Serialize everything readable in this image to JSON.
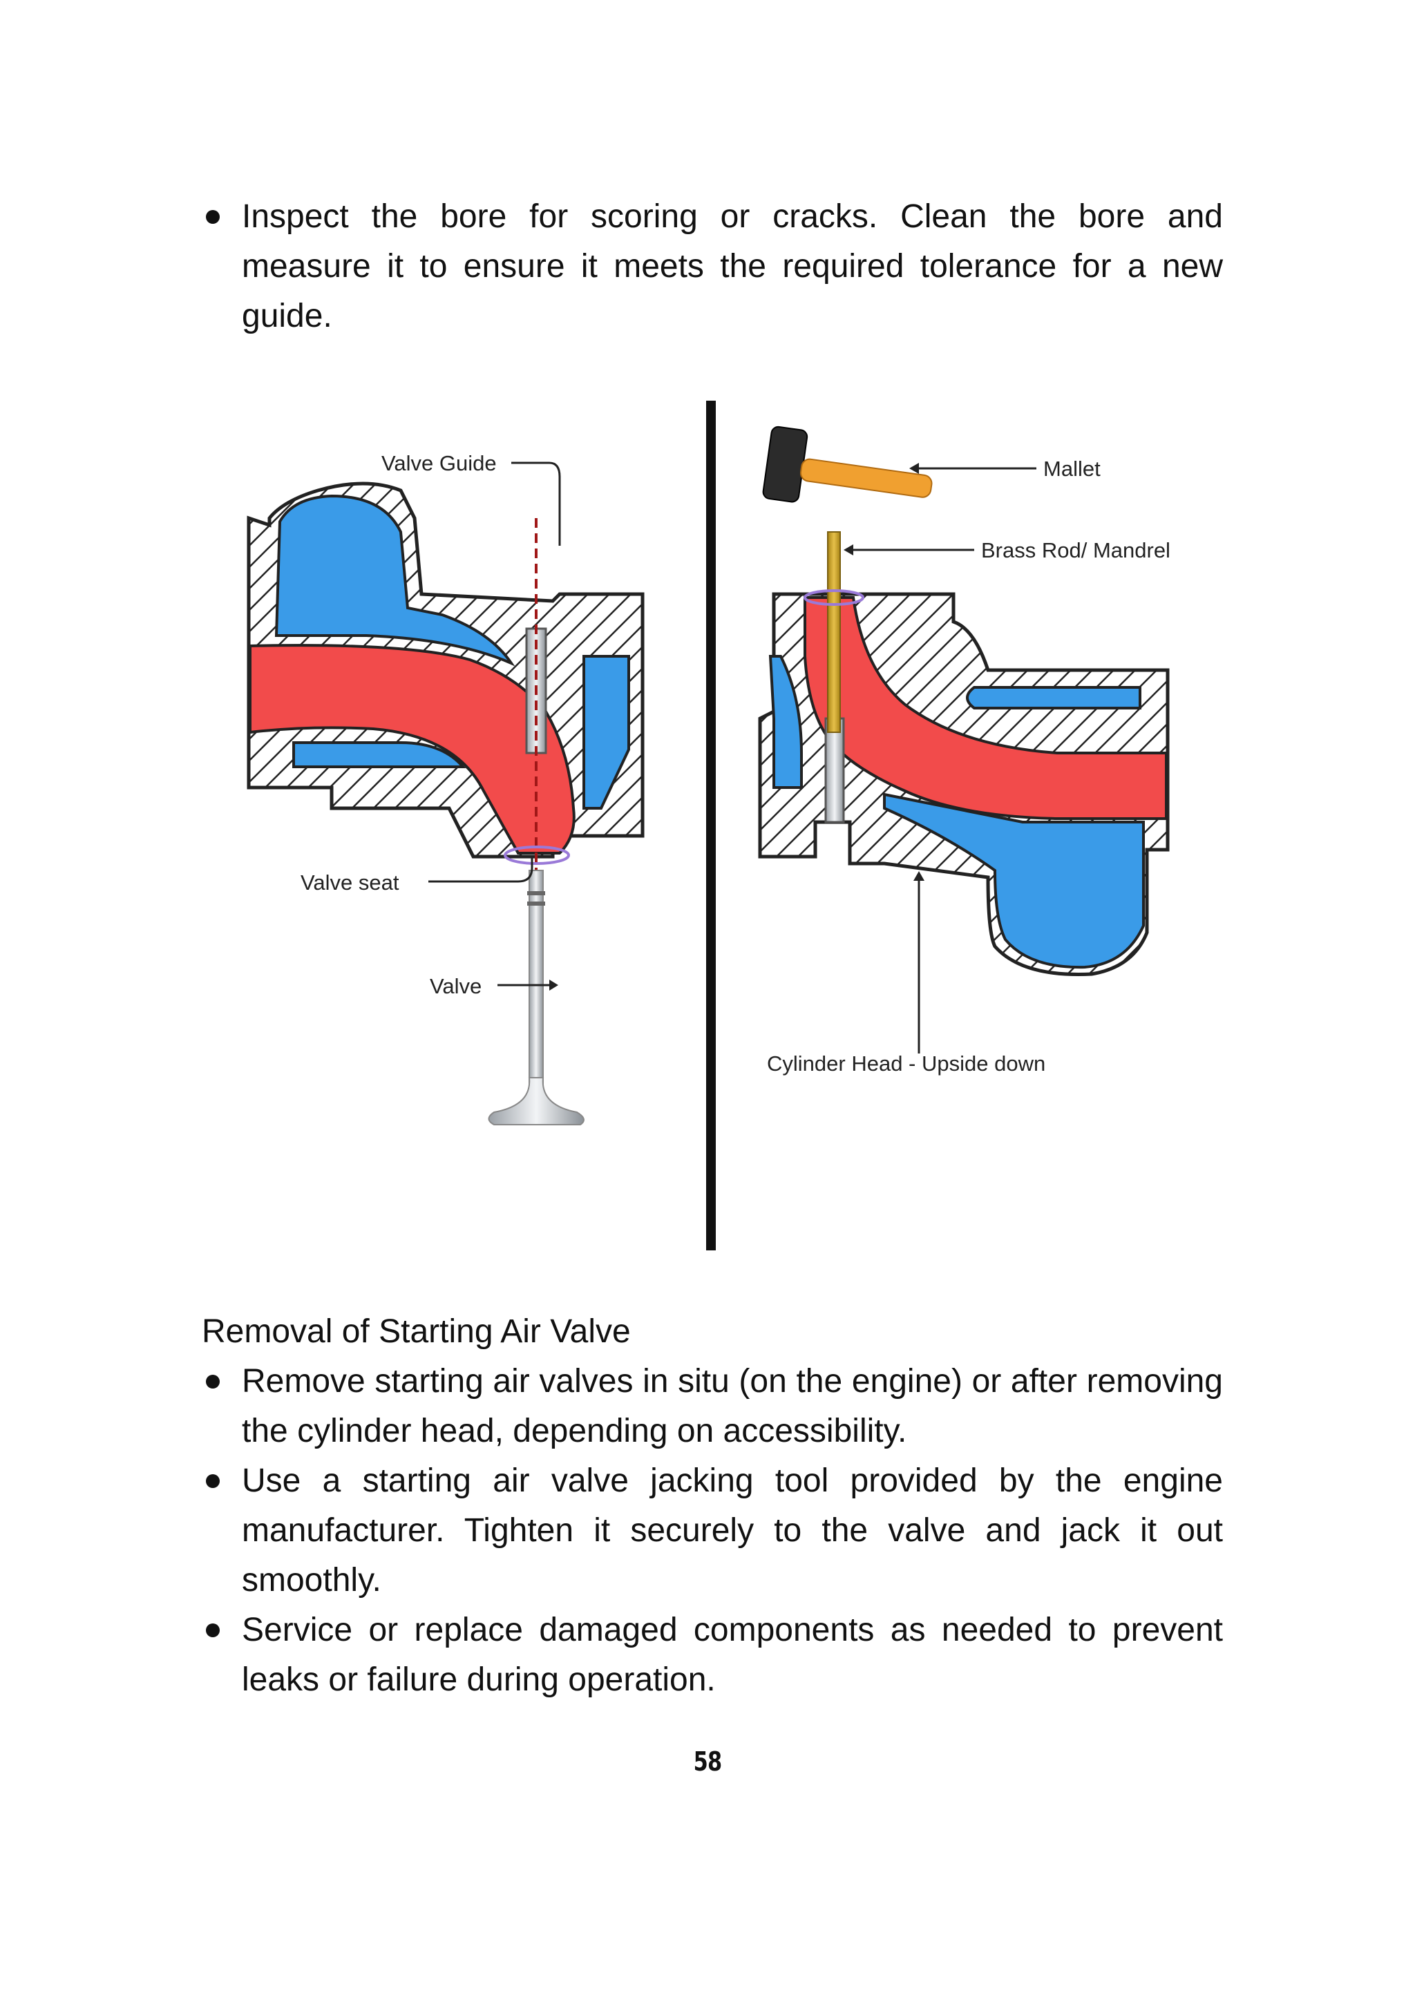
{
  "bullets_top": [
    "Inspect the bore for scoring or cracks. Clean the bore and measure it to ensure it meets the required tolerance for a new guide."
  ],
  "figure": {
    "labels": {
      "valve_guide": "Valve Guide",
      "valve_seat": "Valve seat",
      "valve": "Valve",
      "mallet": "Mallet",
      "brass_rod": "Brass Rod/ Mandrel",
      "cylinder_head": "Cylinder Head - Upside down"
    },
    "colors": {
      "port_red": "#f24b4b",
      "coolant_blue": "#3a9be8",
      "outline": "#222222",
      "brass": "#c9a227",
      "mallet_handle": "#f0a030"
    }
  },
  "section_heading": "Removal of Starting Air Valve",
  "bullets_bottom": [
    "Remove starting air valves in situ (on the engine) or after removing the cylinder head, depending on accessibility.",
    "Use a starting air valve jacking tool provided by the engine manufacturer. Tighten it securely to the valve and jack it out smoothly.",
    "Service or replace damaged components as needed to prevent leaks or failure during operation."
  ],
  "page_number": "58"
}
